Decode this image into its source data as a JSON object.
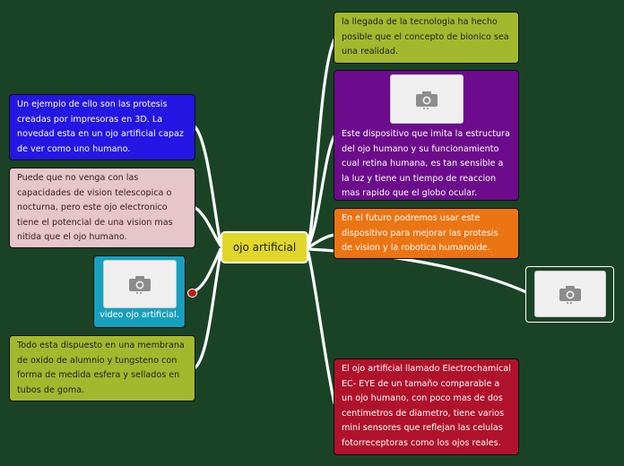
{
  "center": {
    "label": "ojo artificial"
  },
  "nodes": {
    "tecnologia": {
      "text": "la llegada de la tecnologia ha hecho posible que el concepto de bionico sea una realidad."
    },
    "dispositivo": {
      "text": "Este dispositivo que imita la estructura del ojo humano y su funcionamiento cual retina humana, es tan sensible a la luz y tiene un tiempo de reaccion mas rapido que el globo ocular."
    },
    "futuro": {
      "text": "En el futuro podremos usar este dispositivo para mejorar las protesis de vision  y la robotica humanoide."
    },
    "electrochamical": {
      "text": "El ojo artificial llamado Electrochamical EC- EYE de un tamaño comparable a un ojo humano, con poco mas de dos centimetros de diametro, tiene varios mini sensores que reflejan las celulas fotorreceptoras como los ojos reales."
    },
    "protesis_3d": {
      "text": "Un ejemplo de ello son las protesis creadas por impresoras en 3D. La novedad esta en un ojo artificial capaz de ver como uno humano."
    },
    "telescopica": {
      "text": "Puede que no venga con las capacidades de vision telescopica o nocturna, pero este ojo electronico tiene el potencial de una vision mas nitida que el ojo humano."
    },
    "video": {
      "caption": "video ojo artificial."
    },
    "membrana": {
      "text": "Todo esta dispuesto en una membrana de oxido de alumnio y tungsteno con forma de medida esfera y sellados en tubos de goma."
    }
  },
  "icons": {
    "image_placeholder": "camera-icon"
  },
  "colors": {
    "background": "#1a4326",
    "center": "#e1d728",
    "olive": "#a2b92d",
    "purple": "#6c0b8c",
    "orange": "#ec7513",
    "crimson": "#b0122b",
    "blue": "#2416e3",
    "pink": "#e6c6cb",
    "teal": "#17a0bd",
    "link": "#ffffff",
    "marker": "#c81818"
  }
}
